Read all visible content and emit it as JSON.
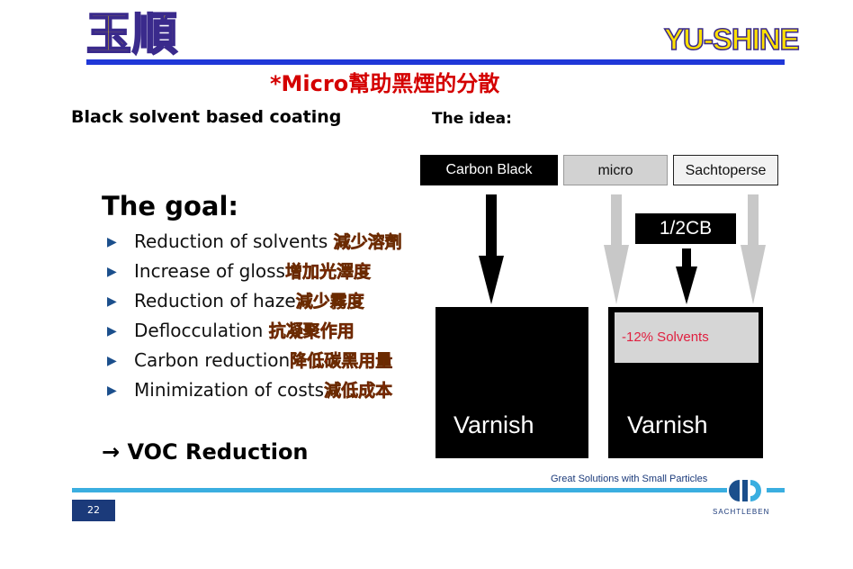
{
  "header": {
    "logo_cn": "玉順",
    "logo_en": "YU-SHINE",
    "title": "*Micro幫助黑煙的分散"
  },
  "left": {
    "subtitle": "Black solvent based coating",
    "goal_heading": "The goal:",
    "items": [
      {
        "en": "Reduction of solvents ",
        "cn": "減少溶劑"
      },
      {
        "en": "Increase of gloss",
        "cn": "增加光澤度"
      },
      {
        "en": "Reduction of haze",
        "cn": "減少霧度"
      },
      {
        "en": "Deflocculation ",
        "cn": "抗凝聚作用"
      },
      {
        "en": "Carbon reduction",
        "cn": "降低碳黑用量"
      },
      {
        "en": "Minimization of costs",
        "cn": "減低成本"
      }
    ],
    "voc": "→ VOC Reduction"
  },
  "idea": {
    "heading": "The idea:",
    "label_carbon": "Carbon Black",
    "label_micro": "micro",
    "label_sachtoperse": "Sachtoperse",
    "label_half": "1/2CB",
    "solvents": "-12% Solvents",
    "varnish_left": "Varnish",
    "varnish_right": "Varnish"
  },
  "footer": {
    "tagline": "Great Solutions with Small Particles",
    "page_number": "22",
    "brand": "SACHTLEBEN"
  },
  "colors": {
    "title_red": "#d40000",
    "rule_blue": "#2038d8",
    "footer_cyan": "#3aaee0",
    "navy": "#1b3a7a",
    "logo_yellow": "#ffe000",
    "highlight_red": "#e81818",
    "solvents_red": "#e02040"
  },
  "icons": {
    "bullet": "triangle-right-icon",
    "brand": "sachtleben-logo-icon"
  }
}
